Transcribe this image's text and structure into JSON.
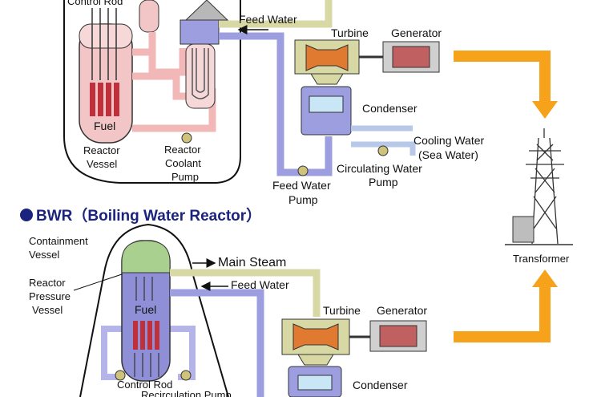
{
  "pwr": {
    "labels": {
      "control_rod": "Control Rod",
      "fuel": "Fuel",
      "reactor_vessel_1": "Reactor",
      "reactor_vessel_2": "Vessel",
      "coolant_pump_1": "Reactor",
      "coolant_pump_2": "Coolant",
      "coolant_pump_3": "Pump",
      "feed_water": "Feed Water",
      "turbine": "Turbine",
      "generator": "Generator",
      "condenser": "Condenser",
      "cooling_water_1": "Cooling Water",
      "cooling_water_2": "(Sea Water)",
      "circulating_pump_1": "Circulating Water",
      "circulating_pump_2": "Pump",
      "feed_pump_1": "Feed Water",
      "feed_pump_2": "Pump"
    }
  },
  "bwr": {
    "title": "BWR（Boiling Water Reactor）",
    "labels": {
      "containment_1": "Containment",
      "containment_2": "Vessel",
      "rpv_1": "Reactor",
      "rpv_2": "Pressure",
      "rpv_3": "Vessel",
      "fuel": "Fuel",
      "main_steam": "Main Steam",
      "feed_water": "Feed Water",
      "turbine": "Turbine",
      "generator": "Generator",
      "condenser": "Condenser",
      "control_rod": "Control Rod",
      "recirculation_pump": "Recirculation Pump"
    }
  },
  "transformer": {
    "label": "Transformer"
  },
  "colors": {
    "pipe_pink": "#f2b8b8",
    "pipe_blue": "#9c9ee0",
    "pipe_beige": "#d8d8a4",
    "arrow_orange": "#f7a21b",
    "steam_green": "#a9d08e",
    "vessel_purple": "#8f8fd8",
    "fuel_red": "#c0303a"
  }
}
